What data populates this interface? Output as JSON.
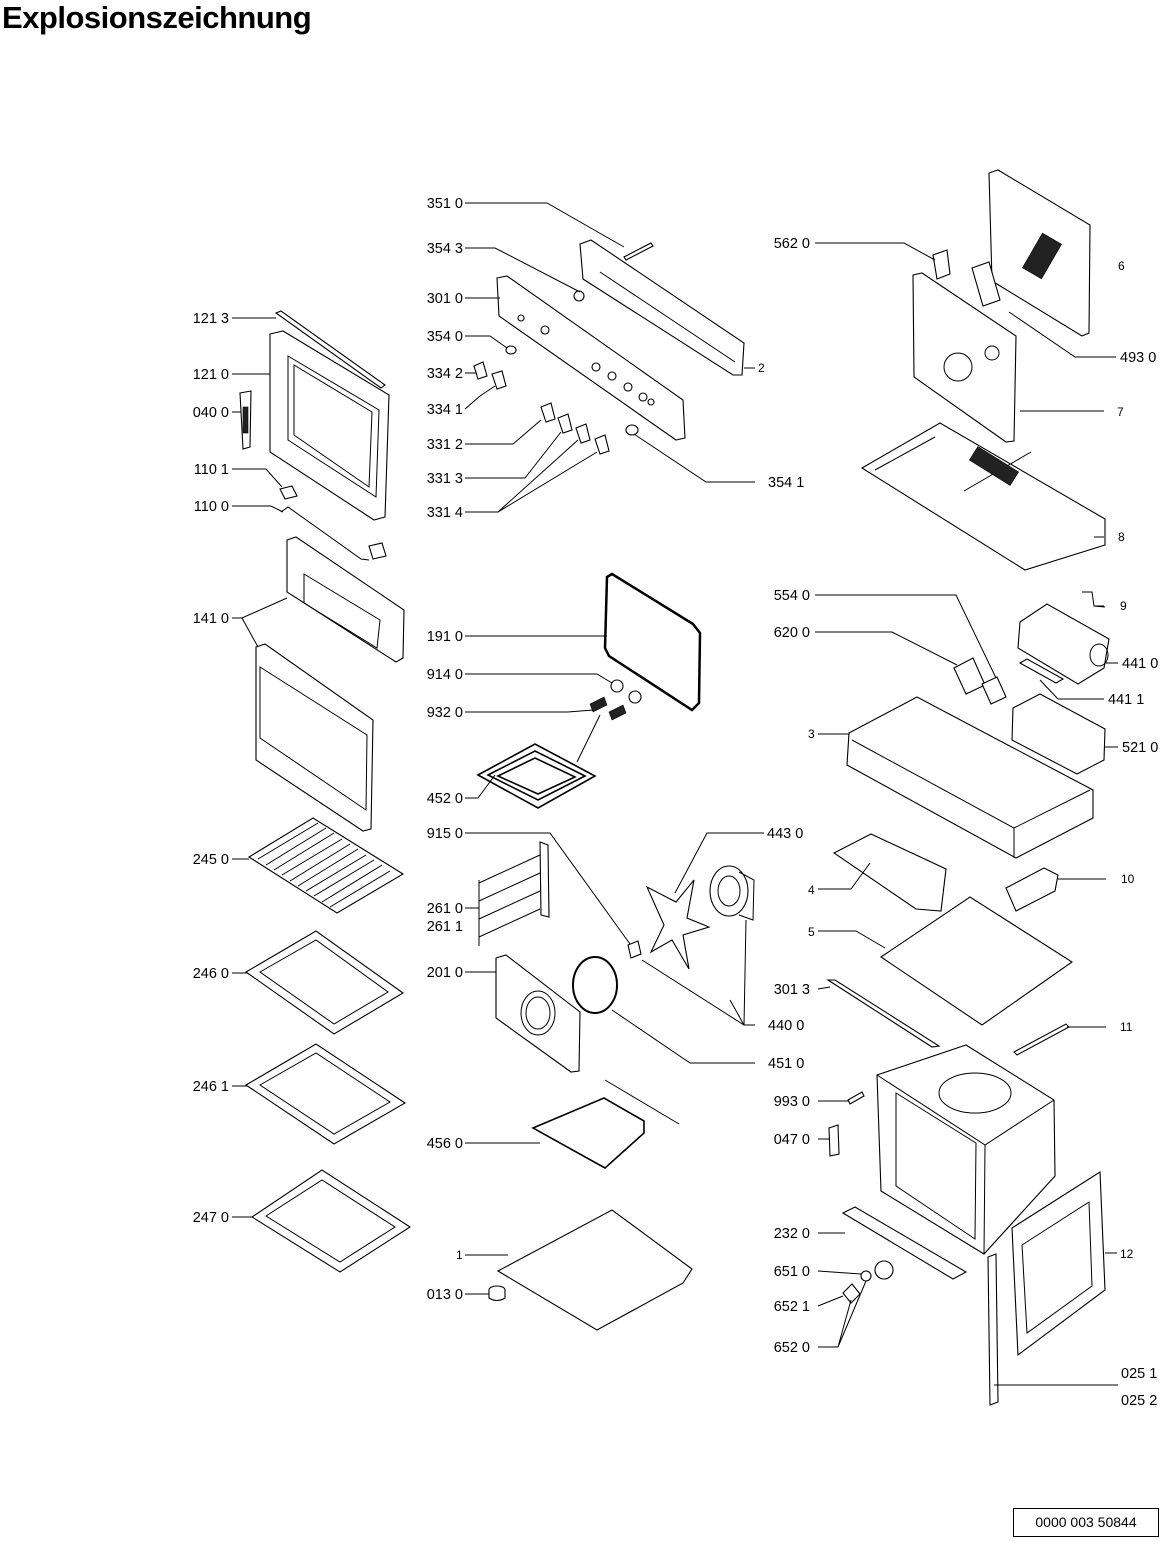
{
  "title": "Explosionszeichnung",
  "document_number": "0000 003 50844",
  "labels": {
    "p351_0": "351 0",
    "p354_3": "354 3",
    "p301_0": "301 0",
    "p354_0": "354 0",
    "p334_2": "334 2",
    "p334_1": "334 1",
    "p331_2": "331 2",
    "p331_3": "331 3",
    "p331_4": "331 4",
    "p354_1": "354 1",
    "p2": "2",
    "p121_3": "121 3",
    "p121_0": "121 0",
    "p040_0": "040 0",
    "p110_1": "110 1",
    "p110_0": "110 0",
    "p141_0": "141 0",
    "p562_0": "562 0",
    "p6": "6",
    "p493_0": "493 0",
    "p7": "7",
    "p8": "8",
    "p554_0": "554 0",
    "p620_0": "620 0",
    "p9": "9",
    "p441_0": "441 0",
    "p441_1": "441 1",
    "p3": "3",
    "p521_0": "521 0",
    "p191_0": "191 0",
    "p914_0": "914 0",
    "p932_0": "932 0",
    "p452_0": "452 0",
    "p915_0": "915 0",
    "p443_0": "443 0",
    "p245_0": "245 0",
    "p261_0": "261 0",
    "p261_1": "261 1",
    "p4": "4",
    "p10": "10",
    "p5": "5",
    "p246_0": "246 0",
    "p201_0": "201 0",
    "p301_3": "301 3",
    "p440_0": "440 0",
    "p11": "11",
    "p451_0": "451 0",
    "p246_1": "246 1",
    "p993_0": "993 0",
    "p456_0": "456 0",
    "p047_0": "047 0",
    "p247_0": "247 0",
    "p232_0": "232 0",
    "p12": "12",
    "p1": "1",
    "p651_0": "651 0",
    "p013_0": "013 0",
    "p652_1": "652 1",
    "p652_0": "652 0",
    "p025_1": "025 1",
    "p025_2": "025 2"
  }
}
